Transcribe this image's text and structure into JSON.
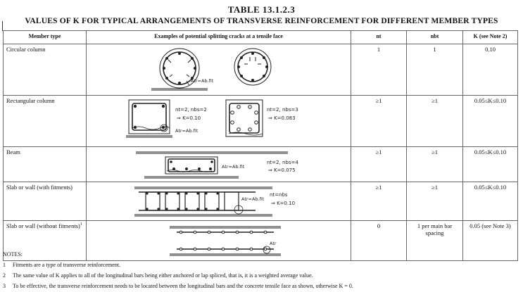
{
  "table_title": "TABLE   13.1.2.3",
  "table_subtitle": "VALUES OF K FOR TYPICAL ARRANGEMENTS OF TRANSVERSE REINFORCEMENT FOR DIFFERENT MEMBER TYPES",
  "headers": {
    "member_type": "Member type",
    "examples": "Examples of potential splitting cracks at a tensile face",
    "nt": "nt",
    "nbt": "nbt",
    "k": "K (see Note 2)"
  },
  "rows": [
    {
      "member": "Circular column",
      "nt": "1",
      "nbt": "1",
      "k": "0.10",
      "fig": {
        "atr_label": "Atr=Ab.fit"
      }
    },
    {
      "member": "Rectangular column",
      "nt": "≥1",
      "nbt": "≥1",
      "k": "0.05≤K≤0.10",
      "fig": {
        "left_n": "nt=2, nbs=2",
        "left_k": "⇒ K=0.10",
        "right_n": "nt=2, nbs=3",
        "right_k": "⇒ K=0.083",
        "atr_label": "Atr=Ab.fit"
      }
    },
    {
      "member": "Beam",
      "nt": "≥1",
      "nbt": "≥1",
      "k": "0.05≤K≤0.10",
      "fig": {
        "atr_label": "Atr=Ab.fit",
        "n": "nt=2, nbs=4",
        "k": "⇒ K=0.075"
      }
    },
    {
      "member": "Slab or wall (with fitments)",
      "nt": "≥1",
      "nbt": "≥1",
      "k": "0.05≤K≤0.10",
      "fig": {
        "atr_label": "Atr=Ab.fit",
        "n": "nt=nbs",
        "k": "⇒ K=0.10"
      }
    },
    {
      "member": "Slab or wall (without fitments)",
      "member_sup": "1",
      "nt": "0",
      "nbt": "1 per main bar spacing",
      "k": "0.05 (see Note 3)",
      "fig": {
        "atr_label": "Atr"
      }
    }
  ],
  "notes": {
    "heading": "NOTES:",
    "items": [
      {
        "num": "1",
        "text": "Fitments are a type of transverse reinforcement."
      },
      {
        "num": "2",
        "text": "The same value of K applies to all of the longitudinal bars being either anchored or lap spliced, that is, it is a weighted average value."
      },
      {
        "num": "3",
        "text": "To be effective, the transverse reinforcement needs to be located between the longitudinal bars and the concrete tensile face as shown, otherwise K = 0."
      }
    ]
  }
}
